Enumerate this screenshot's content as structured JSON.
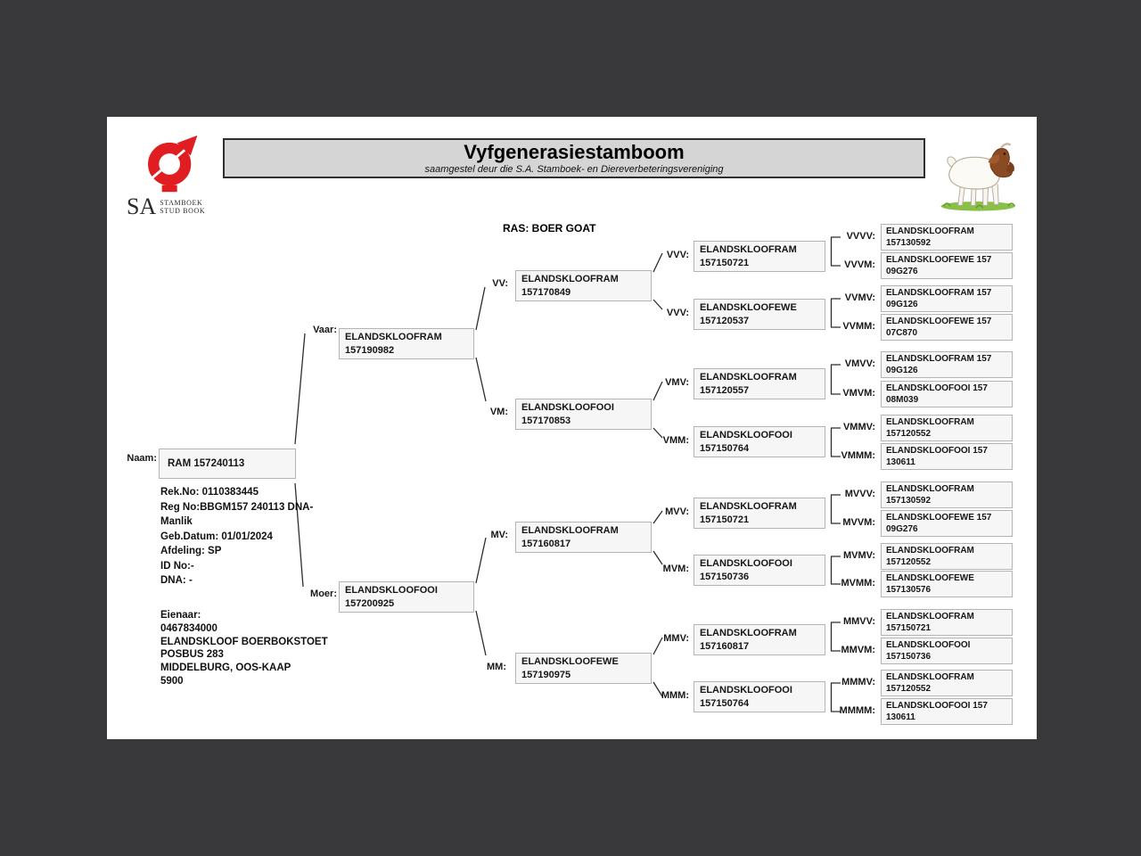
{
  "header": {
    "title": "Vyfgenerasiestamboom",
    "subtitle": "saamgestel deur die S.A. Stamboek- en Diereverbeteringsvereniging",
    "breed": "RAS: BOER GOAT",
    "logo": {
      "sa": "SA",
      "stamboek": "STAMBOEK",
      "studbook": "STUD BOOK"
    },
    "goat_image": "boer-goat-illustration"
  },
  "subject": {
    "label": "Naam:",
    "name": "RAM 157240113",
    "details": [
      "Rek.No: 0110383445",
      "Reg No:BBGM157 240113 DNA-",
      "Manlik",
      "Geb.Datum: 01/01/2024",
      "Afdeling: SP",
      "ID No:-",
      "DNA: -"
    ],
    "owner": [
      "Eienaar:",
      "0467834000",
      "ELANDSKLOOF BOERBOKSTOET",
      "POSBUS 283",
      "MIDDELBURG, OOS-KAAP",
      "5900"
    ]
  },
  "tree": {
    "vaar": {
      "label": "Vaar:",
      "line1": "ELANDSKLOOFRAM",
      "line2": "157190982"
    },
    "moer": {
      "label": "Moer:",
      "line1": "ELANDSKLOOFOOI",
      "line2": "157200925"
    },
    "vv": {
      "label": "VV:",
      "line1": "ELANDSKLOOFRAM",
      "line2": "157170849"
    },
    "vm": {
      "label": "VM:",
      "line1": "ELANDSKLOOFOOI",
      "line2": "157170853"
    },
    "mv": {
      "label": "MV:",
      "line1": "ELANDSKLOOFRAM",
      "line2": "157160817"
    },
    "mm": {
      "label": "MM:",
      "line1": "ELANDSKLOOFEWE",
      "line2": "157190975"
    },
    "vvv": {
      "label": "VVV:",
      "line1": "ELANDSKLOOFRAM",
      "line2": "157150721"
    },
    "vvm": {
      "label": "VVV:",
      "line1": "ELANDSKLOOFEWE",
      "line2": "157120537"
    },
    "vmv": {
      "label": "VMV:",
      "line1": "ELANDSKLOOFRAM",
      "line2": "157120557"
    },
    "vmm": {
      "label": "VMM:",
      "line1": "ELANDSKLOOFOOI",
      "line2": "157150764"
    },
    "mvv": {
      "label": "MVV:",
      "line1": "ELANDSKLOOFRAM",
      "line2": "157150721"
    },
    "mvm": {
      "label": "MVM:",
      "line1": "ELANDSKLOOFOOI",
      "line2": "157150736"
    },
    "mmv": {
      "label": "MMV:",
      "line1": "ELANDSKLOOFRAM",
      "line2": "157160817"
    },
    "mmm": {
      "label": "MMM:",
      "line1": "ELANDSKLOOFOOI",
      "line2": "157150764"
    },
    "vvvv": {
      "label": "VVVV:",
      "line1": "ELANDSKLOOFRAM",
      "line2": "157130592"
    },
    "vvvm": {
      "label": "VVVM:",
      "line1": "ELANDSKLOOFEWE 157",
      "line2": "09G276"
    },
    "vvmv": {
      "label": "VVMV:",
      "line1": "ELANDSKLOOFRAM 157",
      "line2": "09G126"
    },
    "vvmm": {
      "label": "VVMM:",
      "line1": "ELANDSKLOOFEWE 157",
      "line2": "07C870"
    },
    "vmvv": {
      "label": "VMVV:",
      "line1": "ELANDSKLOOFRAM 157",
      "line2": "09G126"
    },
    "vmvm": {
      "label": "VMVM:",
      "line1": "ELANDSKLOOFOOI 157",
      "line2": "08M039"
    },
    "vmmv": {
      "label": "VMMV:",
      "line1": "ELANDSKLOOFRAM",
      "line2": "157120552"
    },
    "vmmm": {
      "label": "VMMM:",
      "line1": "ELANDSKLOOFOOI 157",
      "line2": "130611"
    },
    "mvvv": {
      "label": "MVVV:",
      "line1": "ELANDSKLOOFRAM",
      "line2": "157130592"
    },
    "mvvm": {
      "label": "MVVM:",
      "line1": "ELANDSKLOOFEWE 157",
      "line2": "09G276"
    },
    "mvmv": {
      "label": "MVMV:",
      "line1": "ELANDSKLOOFRAM",
      "line2": "157120552"
    },
    "mvmm": {
      "label": "MVMM:",
      "line1": "ELANDSKLOOFEWE",
      "line2": "157130576"
    },
    "mmvv": {
      "label": "MMVV:",
      "line1": "ELANDSKLOOFRAM",
      "line2": "157150721"
    },
    "mmvm": {
      "label": "MMVM:",
      "line1": "ELANDSKLOOFOOI",
      "line2": "157150736"
    },
    "mmmv": {
      "label": "MMMV:",
      "line1": "ELANDSKLOOFRAM",
      "line2": "157120552"
    },
    "mmmm": {
      "label": "MMMM:",
      "line1": "ELANDSKLOOFOOI 157",
      "line2": "130611"
    }
  },
  "colors": {
    "surround": "#39393b",
    "page_bg": "#ffffff",
    "banner_bg": "#d5d5d5",
    "accent_red": "#e01e22",
    "box_fill": "#f6f6f6",
    "box_border": "#b4b4b4"
  }
}
